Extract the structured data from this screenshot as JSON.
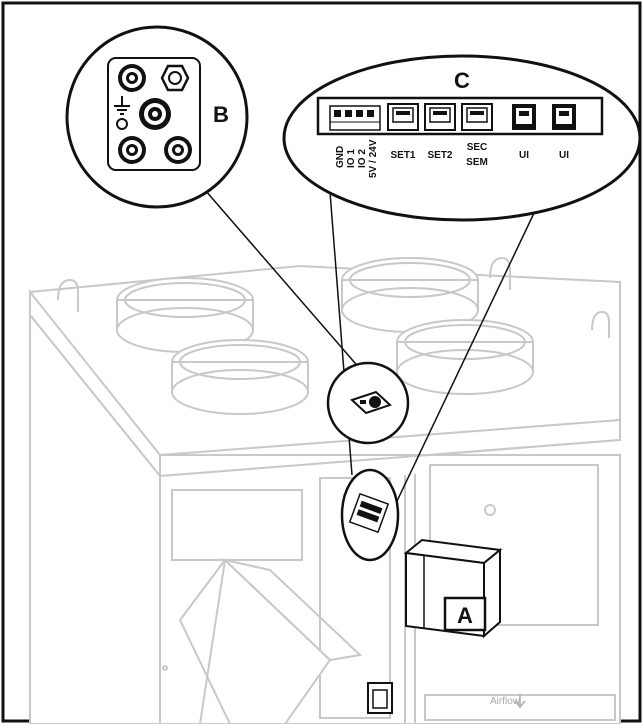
{
  "callouts": {
    "a": "A",
    "b": "B",
    "c": "C"
  },
  "connector_labels": {
    "terminal_pins": [
      "GND",
      "IO 1",
      "IO 2",
      "5V / 24V"
    ],
    "set1": "SET1",
    "set2": "SET2",
    "sec_line1": "SEC",
    "sec_line2": "SEM",
    "ui1": "UI",
    "ui2": "UI"
  },
  "unit": {
    "airflow_label": "Airflow"
  },
  "colors": {
    "line": "#111111",
    "faint_outline": "#c8c8c8",
    "background": "#ffffff"
  }
}
